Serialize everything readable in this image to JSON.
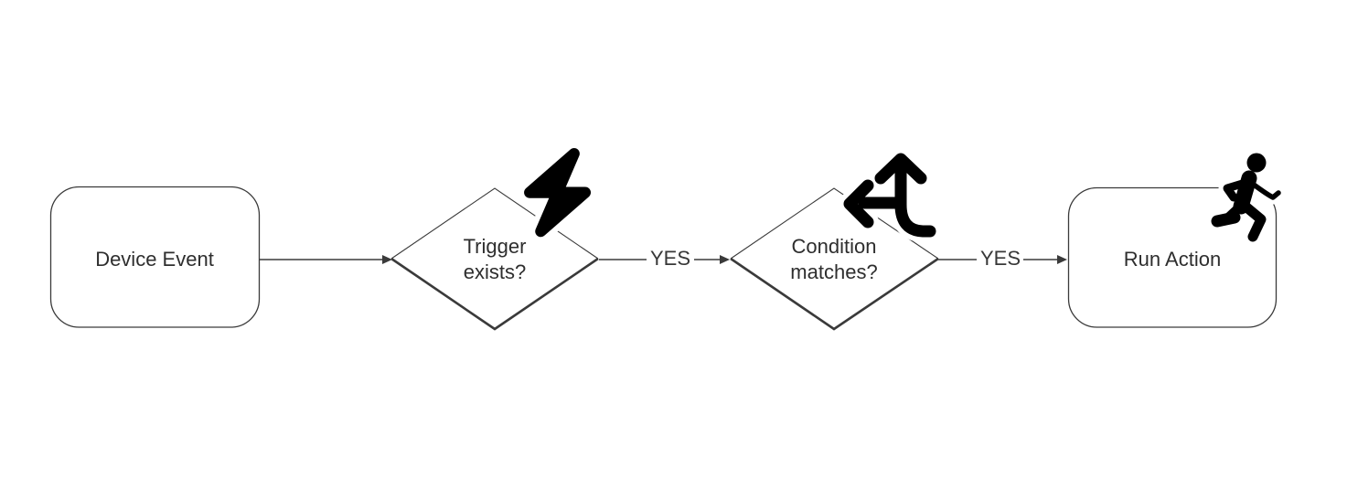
{
  "diagram": {
    "background_color": "#ffffff",
    "stroke_color": "#3a3a3a",
    "icon_color": "#000000",
    "text_color": "#2e2e2e",
    "nodes": [
      {
        "id": "device-event",
        "type": "rounded-rectangle",
        "label": "Device Event",
        "icon": null
      },
      {
        "id": "trigger-exists",
        "type": "decision-diamond",
        "label": "Trigger exists?",
        "label_lines": [
          "Trigger",
          "exists?"
        ],
        "icon": "lightning-bolt-icon"
      },
      {
        "id": "condition-matches",
        "type": "decision-diamond",
        "label": "Condition matches?",
        "label_lines": [
          "Condition",
          "matches?"
        ],
        "icon": "split-arrows-icon"
      },
      {
        "id": "run-action",
        "type": "rounded-rectangle",
        "label": "Run Action",
        "icon": "person-running-icon"
      }
    ],
    "edges": [
      {
        "from": "device-event",
        "to": "trigger-exists",
        "label": ""
      },
      {
        "from": "trigger-exists",
        "to": "condition-matches",
        "label": "YES"
      },
      {
        "from": "condition-matches",
        "to": "run-action",
        "label": "YES"
      }
    ]
  }
}
